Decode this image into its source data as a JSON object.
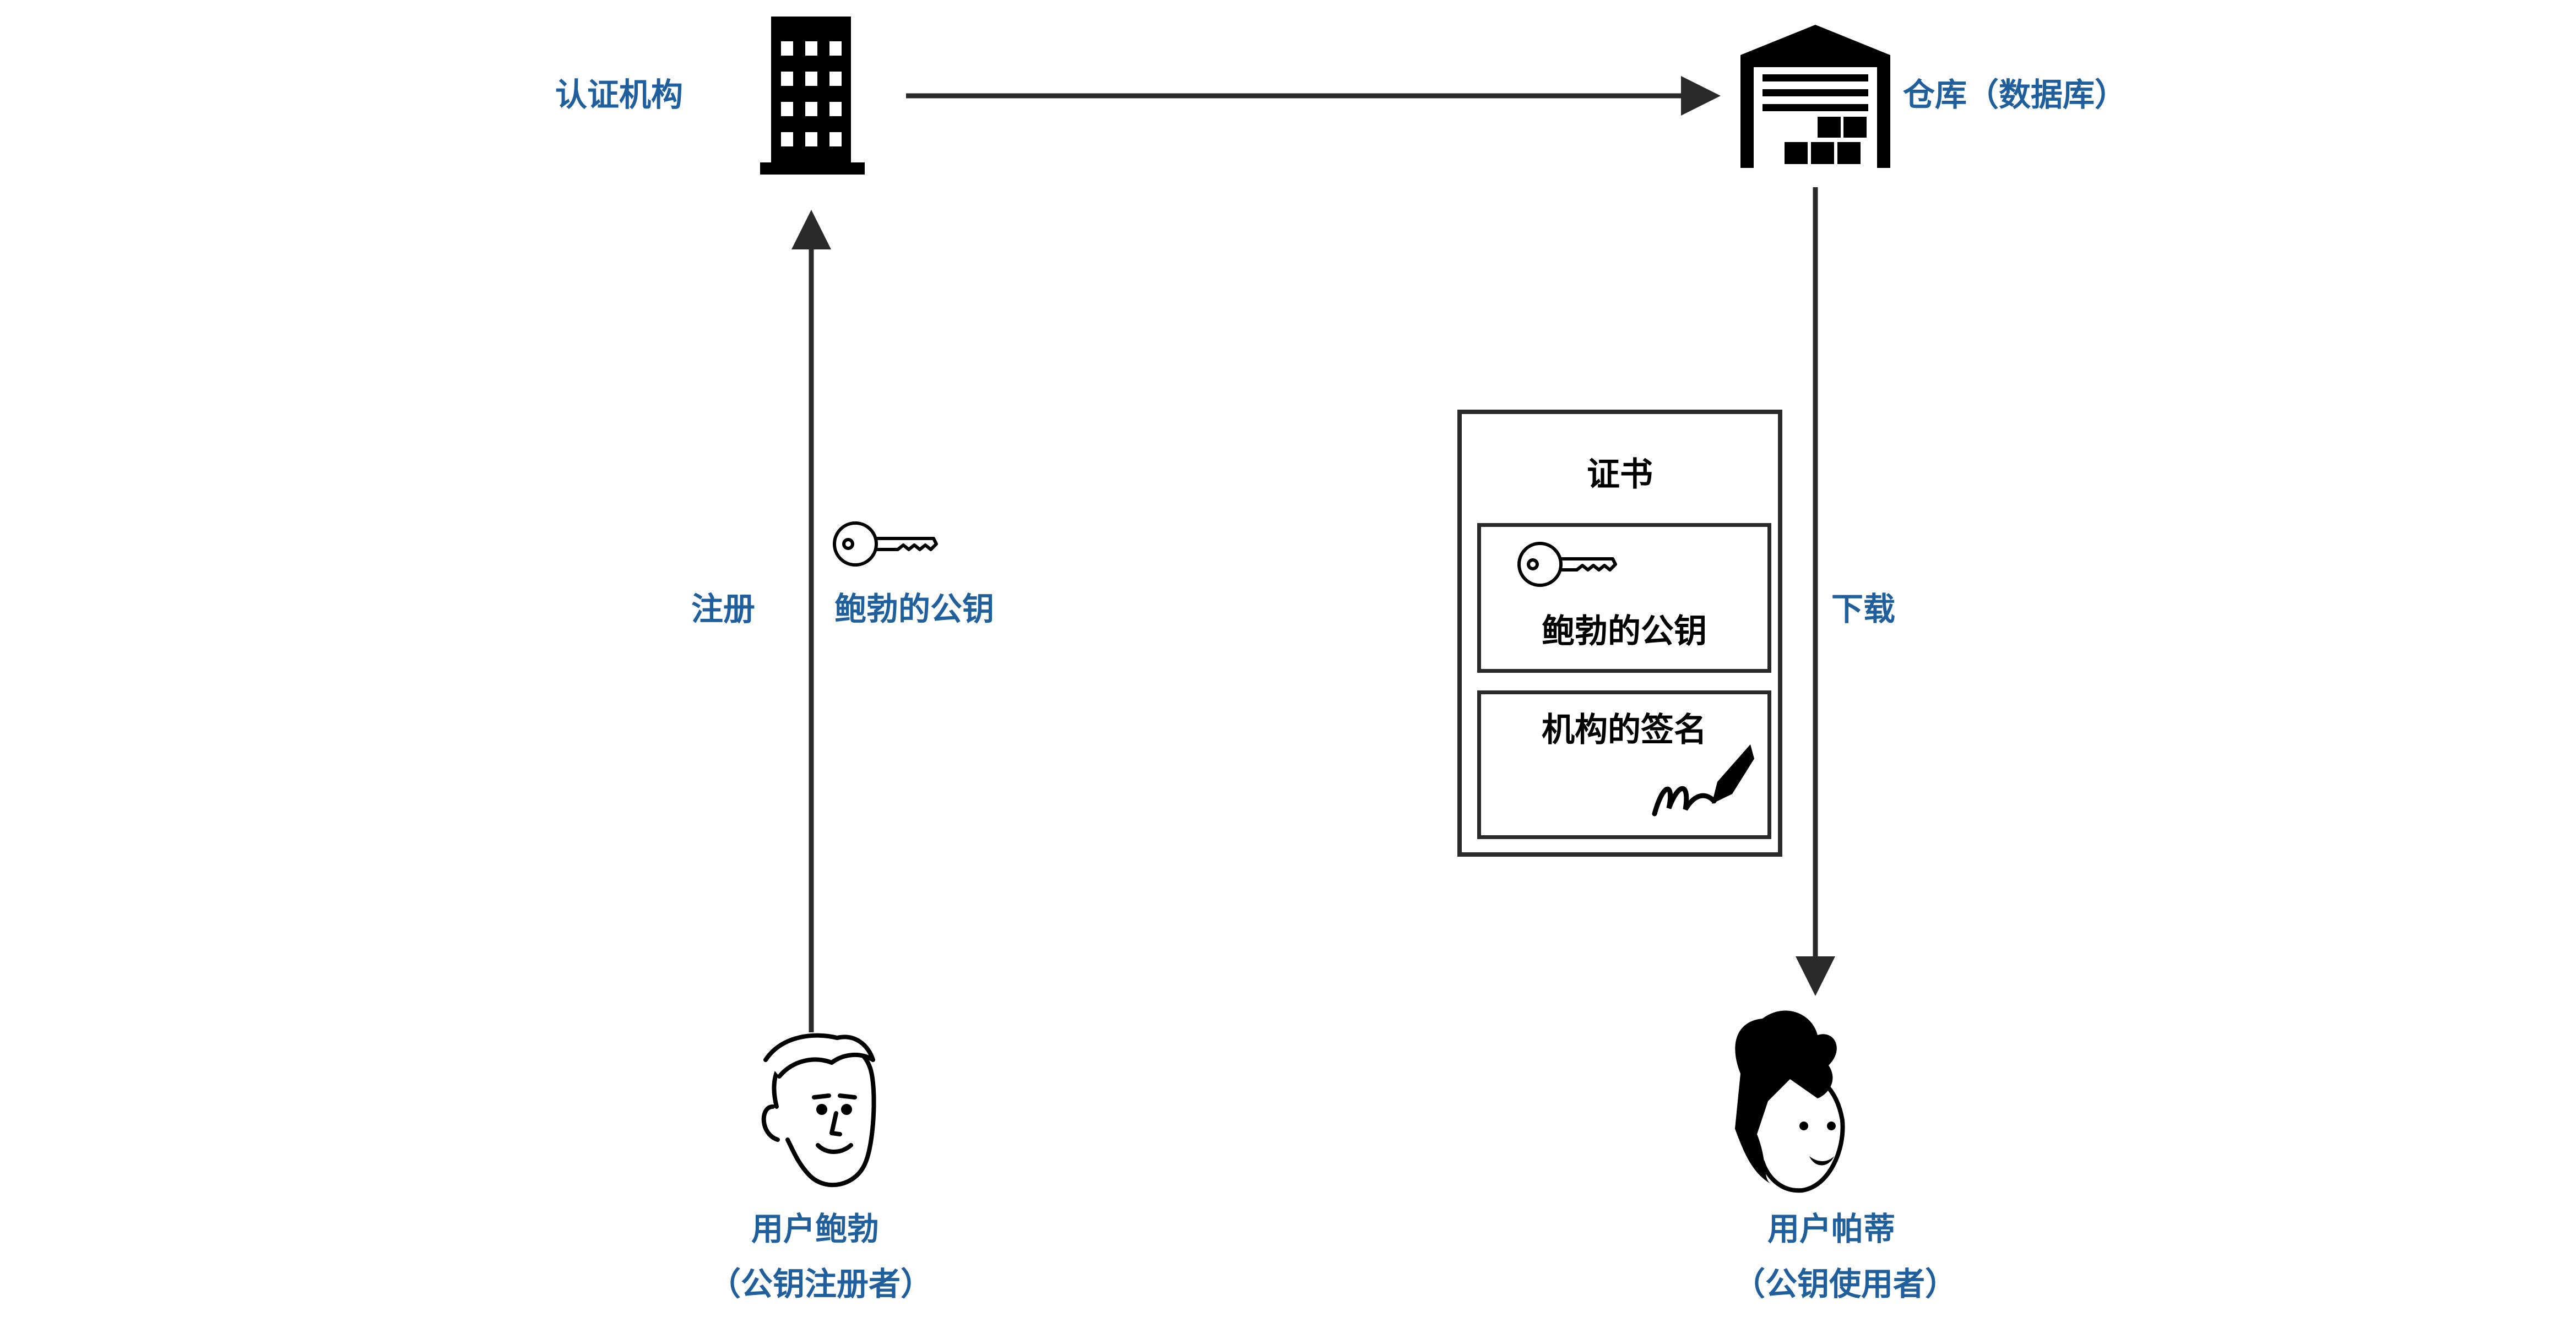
{
  "nodes": {
    "authority": {
      "label": "认证机构",
      "icon": "office-building-icon"
    },
    "warehouse": {
      "label": "仓库（数据库）",
      "icon": "warehouse-icon"
    },
    "bob": {
      "label_line1": "用户鲍勃",
      "label_line2": "（公钥注册者）",
      "icon": "bob-face-icon"
    },
    "patty": {
      "label_line1": "用户帕蒂",
      "label_line2": "（公钥使用者）",
      "icon": "patty-face-icon"
    }
  },
  "edges": {
    "register": {
      "label": "注册",
      "key_label": "鲍勃的公钥",
      "icon": "key-icon"
    },
    "download": {
      "label": "下载"
    }
  },
  "certificate": {
    "title": "证书",
    "public_key_label": "鲍勃的公钥",
    "signature_label": "机构的签名",
    "key_icon": "key-icon",
    "signature_icon": "pen-nib-icon"
  },
  "colors": {
    "label_blue": "#1f5f9e",
    "line": "#2a2a2a",
    "icon": "#000000"
  }
}
